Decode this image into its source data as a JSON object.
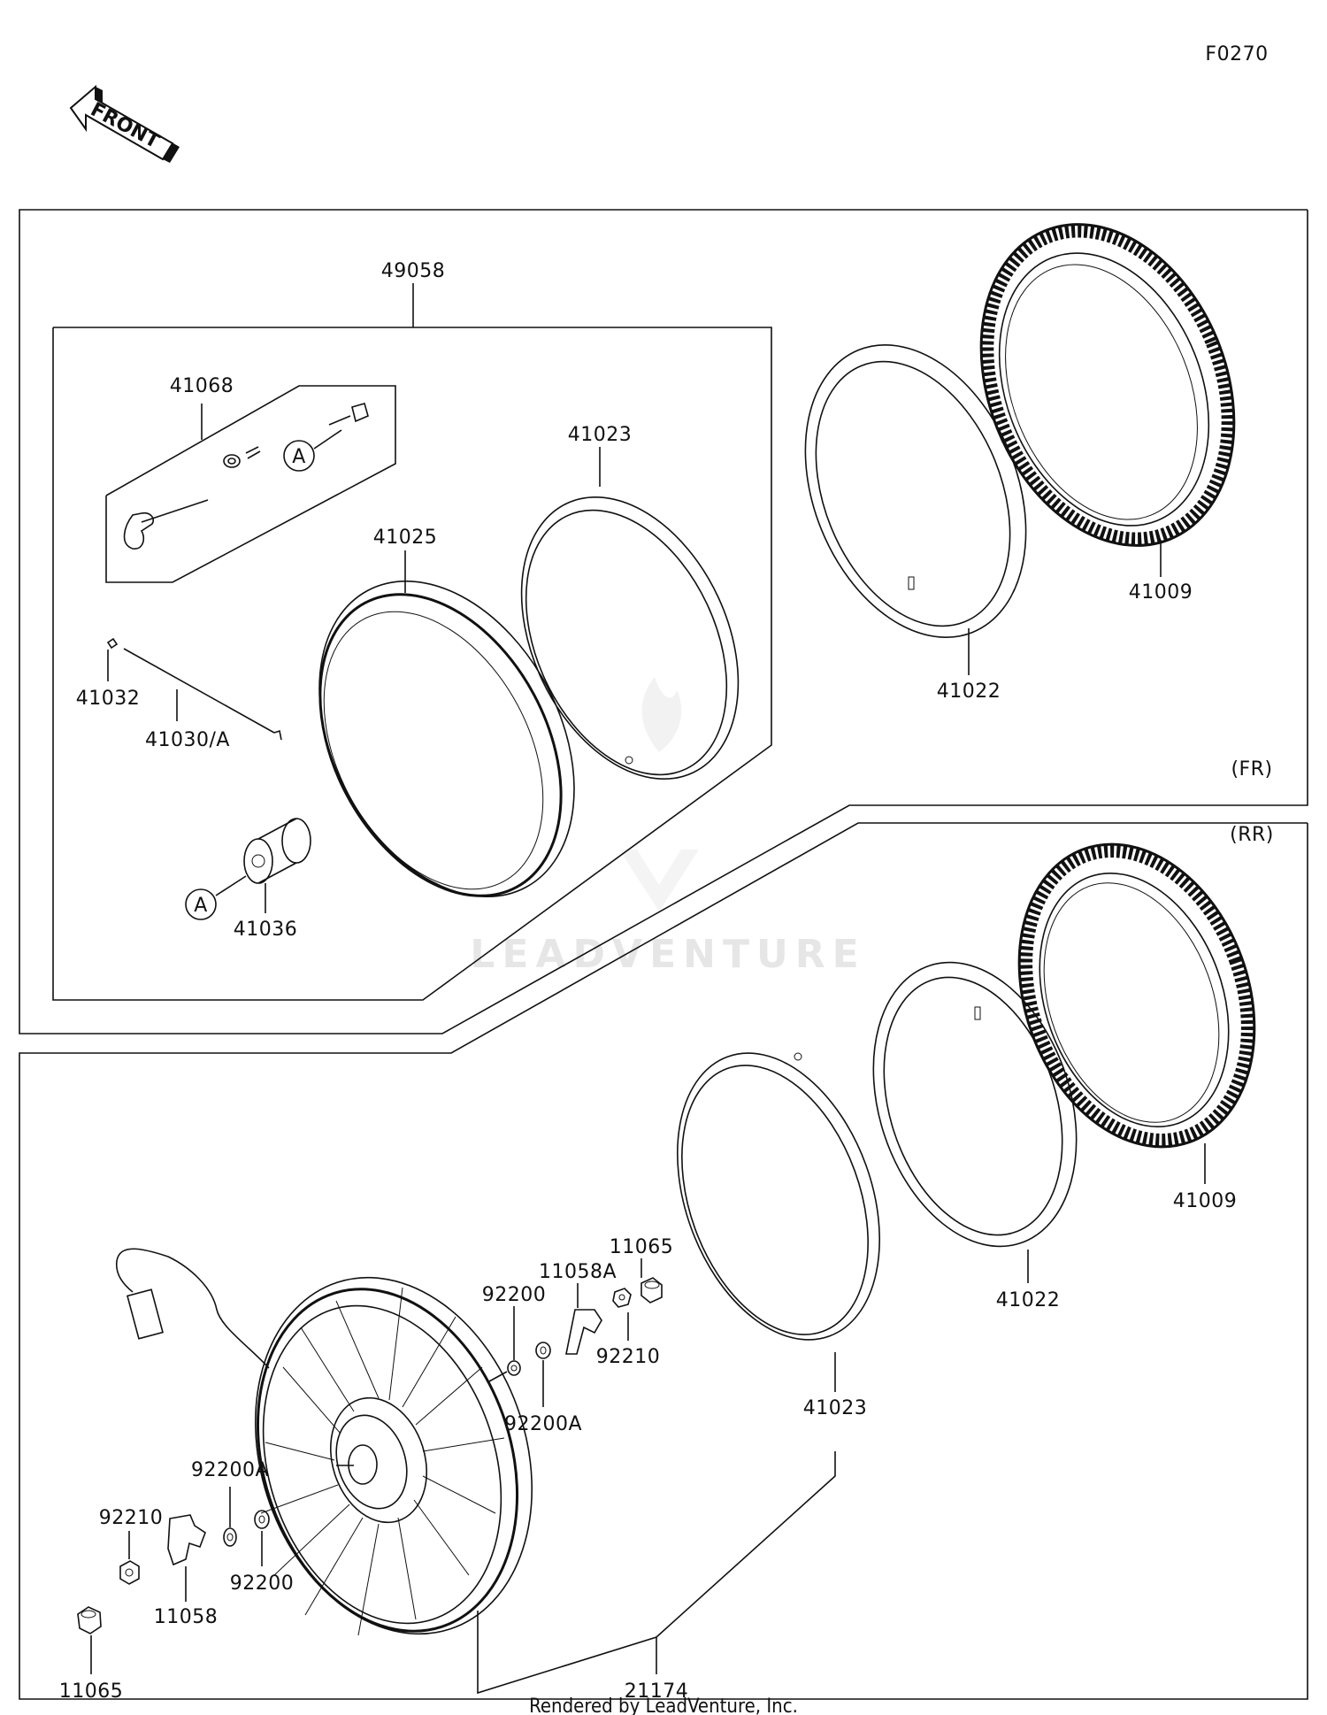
{
  "diagram_code": "F0270",
  "front_arrow": "FRONT",
  "front_section_tag": "(FR)",
  "rear_section_tag": "(RR)",
  "callout_a": "A",
  "parts": {
    "front_wheel_assy": "49058",
    "hub_spoke_kit": "41068",
    "rim_tape_front": "41023",
    "rim_front": "41025",
    "tube_front": "41022",
    "tire_front": "41009",
    "nipple": "41032",
    "spoke": "41030/A",
    "hub_front": "41036",
    "tire_rear": "41009",
    "tube_rear": "41022",
    "rim_tape_rear": "41023",
    "wheel_rear_assy": "21174",
    "nut_upper": "11065",
    "plate_upper": "11058A",
    "washer_upper": "92200",
    "washer_a_upper": "92200A",
    "nut_92210_upper": "92210",
    "washer_a_lower": "92200A",
    "washer_lower": "92200",
    "nut_92210_lower": "92210",
    "plate_lower": "11058",
    "nut_lower": "11065"
  },
  "watermark": "LEADVENTURE",
  "footer": "Rendered by LeadVenture, Inc."
}
